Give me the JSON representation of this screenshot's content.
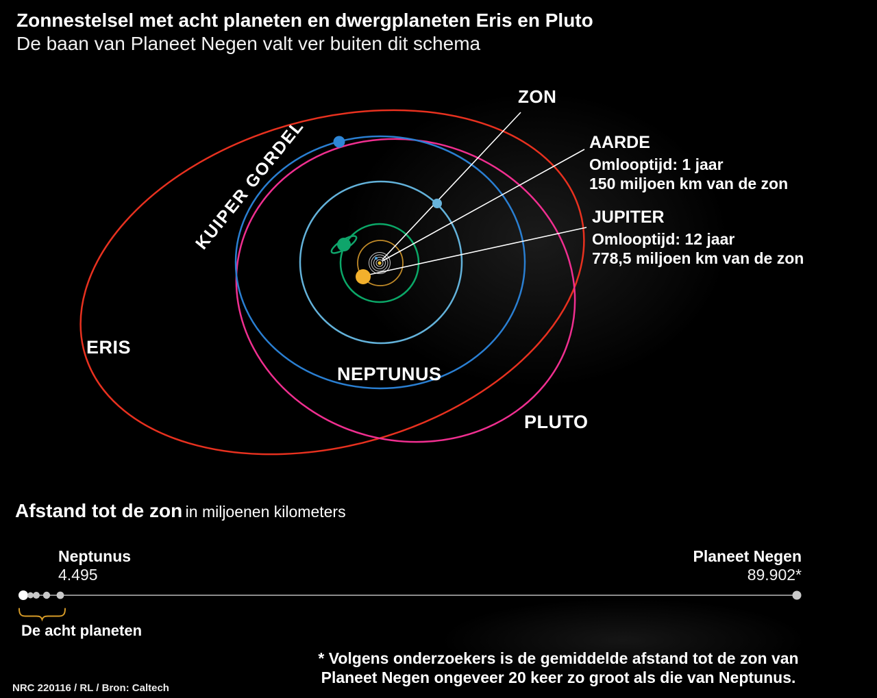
{
  "header": {
    "title_line1": "Zonnestelsel met acht planeten en dwergplaneten Eris en Pluto",
    "title_line2": "De baan van Planeet Negen valt ver buiten dit schema"
  },
  "diagram": {
    "zon_label": "ZON",
    "kuiper_label": "KUIPER GORDEL",
    "eris_label": "ERIS",
    "neptunus_label": "NEPTUNUS",
    "pluto_label": "PLUTO",
    "aarde": {
      "name": "AARDE",
      "orbit_line": "Omlooptijd: 1 jaar",
      "distance_line": "150 miljoen km van de zon"
    },
    "jupiter": {
      "name": "JUPITER",
      "orbit_line": "Omlooptijd: 12 jaar",
      "distance_line": "778,5 miljoen km van de zon"
    },
    "colors": {
      "eris_orbit": "#e8311f",
      "pluto_orbit": "#f02f90",
      "neptunus_orbit": "#2a7fd2",
      "uranus_orbit": "#63b2da",
      "saturnus_orbit": "#0ba868",
      "jupiter_orbit": "#c08a28",
      "jupiter_dot": "#f2b02c",
      "uranus_dot": "#68b4dc",
      "neptunus_dot": "#2e86d6",
      "saturnus_planet": "#0fa56b",
      "sun_dot": "#f0c030",
      "earth_dot": "#4aa3e0",
      "inner_orbits": "#c8c8c8",
      "leader_line": "#ffffff"
    }
  },
  "scale": {
    "heading_bold": "Afstand tot de zon",
    "heading_units": "in miljoenen kilometers",
    "left_planet": "Neptunus",
    "left_distance": "4.495",
    "right_planet": "Planeet Negen",
    "right_distance": "89.902*",
    "brace_label": "De acht planeten",
    "line_color": "#8c8c8c",
    "brace_color": "#d89c28",
    "first_dot_color": "#ffffff",
    "dot_color": "#c9c9c9"
  },
  "footnote": {
    "line1": "* Volgens onderzoekers is de gemiddelde afstand tot de zon van",
    "line2": "Planeet Negen ongeveer 20 keer zo groot als die van Neptunus."
  },
  "credit": "NRC 220116 / RL / Bron: Caltech"
}
